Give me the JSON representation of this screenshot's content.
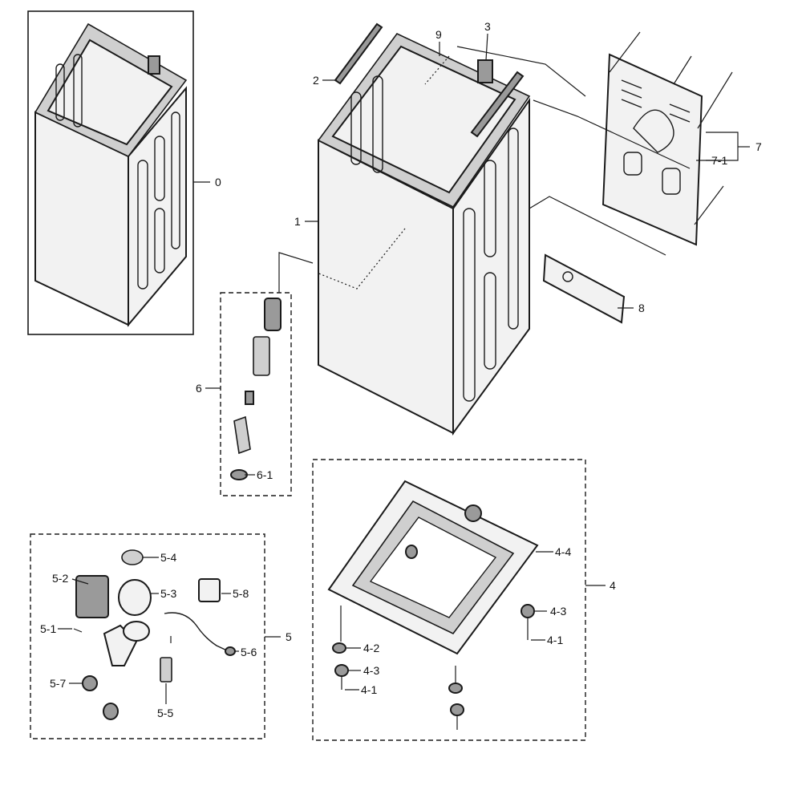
{
  "callouts": {
    "c0": "0",
    "c1": "1",
    "c2": "2",
    "c3": "3",
    "c4": "4",
    "c4_1a": "4-1",
    "c4_1b": "4-1",
    "c4_2": "4-2",
    "c4_3a": "4-3",
    "c4_3b": "4-3",
    "c4_4": "4-4",
    "c5": "5",
    "c5_1": "5-1",
    "c5_2": "5-2",
    "c5_3": "5-3",
    "c5_4": "5-4",
    "c5_5": "5-5",
    "c5_6": "5-6",
    "c5_7": "5-7",
    "c5_8": "5-8",
    "c6": "6",
    "c6_1": "6-1",
    "c7": "7",
    "c7_1": "7-1",
    "c8": "8",
    "c9": "9"
  },
  "colors": {
    "line": "#1a1a1a",
    "panel": "#f2f2f2",
    "shade": "#9a9a9a"
  }
}
